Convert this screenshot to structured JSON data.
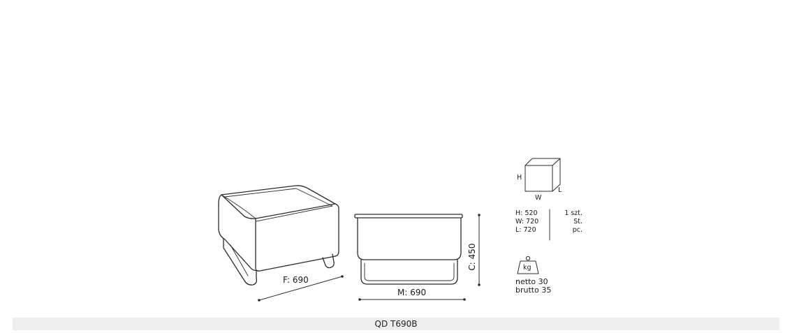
{
  "dimensions": {
    "depth_label": "F: 690",
    "width_label": "M: 690",
    "height_label": "C: 450"
  },
  "package": {
    "axis_h": "H",
    "axis_w": "W",
    "axis_l": "L",
    "lines": [
      "H: 520",
      "W: 720",
      "L: 720"
    ],
    "qty_lines": [
      "1 szt.",
      "St.",
      "pc."
    ]
  },
  "weight": {
    "icon_label": "kg",
    "netto_label": "netto",
    "netto_value": "30",
    "brutto_label": "brutto",
    "brutto_value": "35"
  },
  "footer": {
    "code": "QD T690B"
  }
}
